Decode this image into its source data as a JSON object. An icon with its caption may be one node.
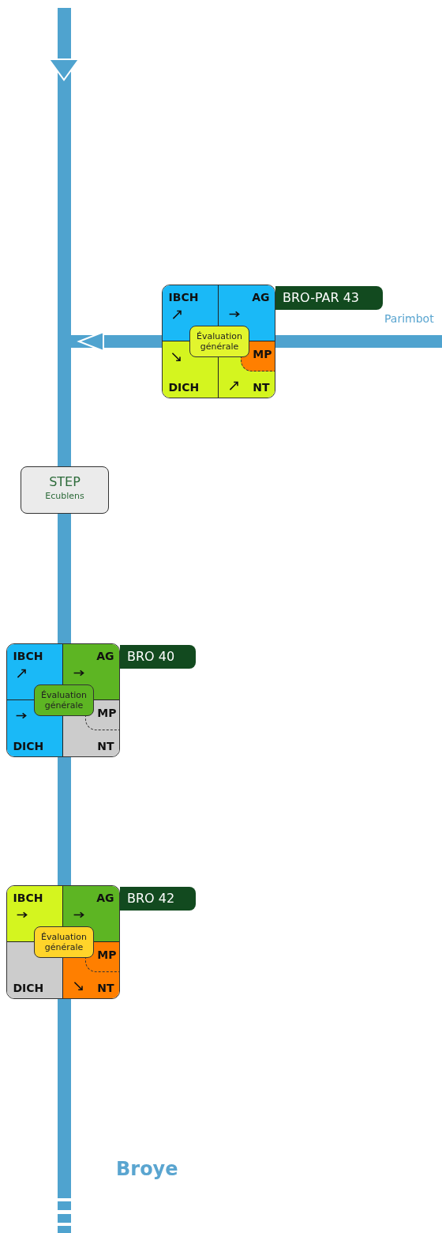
{
  "diagram": {
    "nodes": [
      {
        "text": [
          "BRO-PAR 43"
        ]
      },
      {
        "text": [
          "IBCH"
        ],
        "in": 0
      },
      {
        "text": [
          "AG"
        ],
        "in": 0
      },
      {
        "text": [
          "DICH"
        ],
        "in": 0
      },
      {
        "text": [
          "NT"
        ],
        "in": 0
      },
      {
        "text": [
          "MP"
        ],
        "in": 4
      },
      {
        "text": [
          "Évaluation générale"
        ],
        "in": 0
      },
      {
        "text": [
          "STEP",
          "Ecublens"
        ]
      },
      {
        "text": [
          "BRO 40"
        ]
      },
      {
        "text": [
          "IBCH"
        ],
        "in": 8
      },
      {
        "text": [
          "AG"
        ],
        "in": 8
      },
      {
        "text": [
          "DICH"
        ],
        "in": 8
      },
      {
        "text": [
          "NT"
        ],
        "in": 8
      },
      {
        "text": [
          "MP"
        ],
        "in": 12
      },
      {
        "text": [
          "Évaluation générale"
        ],
        "in": 8
      },
      {
        "text": [
          "BRO 42"
        ]
      },
      {
        "text": [
          "IBCH"
        ],
        "in": 15
      },
      {
        "text": [
          "AG"
        ],
        "in": 15
      },
      {
        "text": [
          "DICH"
        ],
        "in": 15
      },
      {
        "text": [
          "NT"
        ],
        "in": 15
      },
      {
        "text": [
          "MP"
        ],
        "in": 19
      },
      {
        "text": [
          "Évaluation générale"
        ],
        "in": 15
      }
    ],
    "edges": [],
    "labels": [
      "Parimbot",
      "Broye"
    ]
  }
}
